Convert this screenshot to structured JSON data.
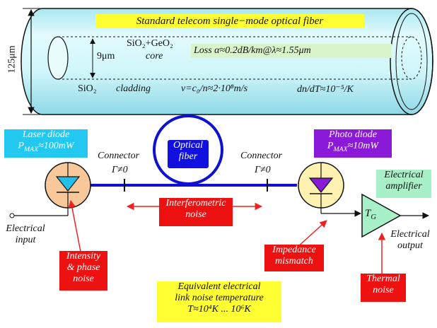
{
  "fiber": {
    "title": "Standard telecom single−mode optical fiber",
    "diameter_outer": "125μm",
    "diameter_core": "9μm",
    "core_material": "SiO₂+GeO₂",
    "core_label": "core",
    "loss": "Loss  α≈0.2dB/km@λ≈1.55μm",
    "cladding_material": "SiO₂",
    "cladding_label": "cladding",
    "velocity": "v=c₀/n≈2·10⁸m/s",
    "dndt": "dn/dT≈10⁻⁵/K"
  },
  "link": {
    "laser_title": "Laser  diode",
    "laser_power": "P MAX ≈100mW",
    "laser_power_sym": "P",
    "laser_power_sub": "MAX",
    "laser_power_val": "≈100mW",
    "photo_title": "Photo  diode",
    "photo_power_sym": "P",
    "photo_power_sub": "MAX",
    "photo_power_val": "≈10mW",
    "connector_left": "Connector",
    "gamma_left": "Γ≠0",
    "connector_right": "Connector",
    "gamma_right": "Γ≠0",
    "optical_fiber": "Optical fiber",
    "optical_fiber_l1": "Optical",
    "optical_fiber_l2": "fiber",
    "interferometric_l1": "Interferometric",
    "interferometric_l2": "noise",
    "electrical_amplifier_l1": "Electrical",
    "electrical_amplifier_l2": "amplifier",
    "amplifier_symbol": "T",
    "amplifier_sub": "G",
    "electrical_input_l1": "Electrical",
    "electrical_input_l2": "input",
    "electrical_output_l1": "Electrical",
    "electrical_output_l2": "output",
    "intensity_l1": "Intensity",
    "intensity_l2": "& phase",
    "intensity_l3": "noise",
    "impedance_l1": "Impedance",
    "impedance_l2": "mismatch",
    "thermal_l1": "Thermal",
    "thermal_l2": "noise",
    "equivalent_l1": "Equivalent  electrical",
    "equivalent_l2": "link  noise  temperature",
    "equivalent_l3": "T≈10⁴K ... 10⁶K"
  },
  "colors": {
    "fiber_body": "#c8f4f8",
    "fiber_core": "#b0e8f0",
    "link_line": "#1010d0",
    "laser_circle": "#f8c89a",
    "photo_circle": "#fff2b0",
    "cyan_diode": "#22c0e8",
    "purple_diode": "#8a1ad8",
    "amp_fill": "#a8f0c8",
    "red_arrow": "#ee2222"
  }
}
